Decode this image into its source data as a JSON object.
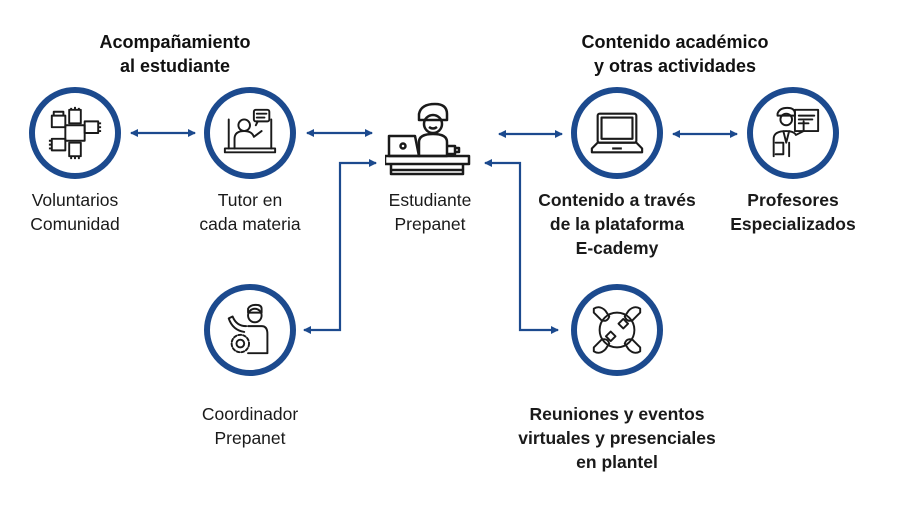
{
  "colors": {
    "accent": "#1c4a8e",
    "text": "#1a1a1a"
  },
  "groups": {
    "left_title_line1": "Acompañamiento",
    "left_title_line2": "al estudiante",
    "right_title_line1": "Contenido académico",
    "right_title_line2": "y otras actividades"
  },
  "nodes": {
    "voluntarios": {
      "icon": "joined-hands-icon",
      "line1": "Voluntarios",
      "line2": "Comunidad"
    },
    "tutor": {
      "icon": "online-tutor-icon",
      "line1": "Tutor en",
      "line2": "cada materia"
    },
    "estudiante": {
      "icon": "student-at-laptop-icon",
      "line1": "Estudiante",
      "line2": "Prepanet"
    },
    "coordinador": {
      "icon": "coordinator-gear-icon",
      "line1": "Coordinador",
      "line2": "Prepanet"
    },
    "contenido": {
      "icon": "laptop-icon",
      "line1": "Contenido a través",
      "line2": "de la plataforma",
      "line3": "E-cademy"
    },
    "profesores": {
      "icon": "teacher-presenting-icon",
      "line1": "Profesores",
      "line2": "Especializados"
    },
    "reuniones": {
      "icon": "meeting-group-icon",
      "line1": "Reuniones y eventos",
      "line2": "virtuales y presenciales",
      "line3": "en plantel"
    }
  },
  "connections": [
    {
      "from": "voluntarios",
      "to": "tutor",
      "type": "bidirectional"
    },
    {
      "from": "tutor",
      "to": "estudiante",
      "type": "bidirectional"
    },
    {
      "from": "coordinador",
      "to": "estudiante",
      "type": "bidirectional"
    },
    {
      "from": "estudiante",
      "to": "contenido",
      "type": "bidirectional"
    },
    {
      "from": "contenido",
      "to": "profesores",
      "type": "bidirectional"
    },
    {
      "from": "estudiante",
      "to": "reuniones",
      "type": "bidirectional"
    }
  ]
}
